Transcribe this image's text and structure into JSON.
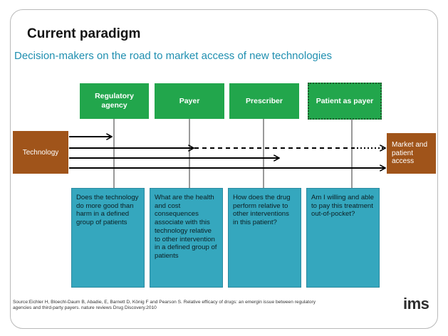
{
  "title": "Current paradigm",
  "subtitle": "Decision-makers on the road to market access of new technologies",
  "decision_makers": [
    {
      "label": "Regulatory agency"
    },
    {
      "label": "Payer"
    },
    {
      "label": "Prescriber"
    },
    {
      "label": "Patient as payer"
    }
  ],
  "start_node": {
    "label": "Technology"
  },
  "end_node": {
    "label": "Market and patient access"
  },
  "questions": [
    {
      "text": "Does the technology do more good than harm in a defined group of patients"
    },
    {
      "text": "What are the health and cost consequences associate with this technology relative to other intervention in a defined group of patients"
    },
    {
      "text": "How does the drug perform relative to other interventions in this patient?"
    },
    {
      "text": "Am I willing and able to pay this treatment out-of-pocket?"
    }
  ],
  "source": "Source:Eichler H, Bloechl-Daum B, Abadie, E, Barnett D, König F and Pearson S. Relative efficacy of drugs: an emergin issue between regulatory agencies and third-party payers.  nature reviews  Drug Discovery.2010",
  "logo": "ims",
  "colors": {
    "title": "#141414",
    "subtitle": "#1f8fb0",
    "decision_box": "#22a64c",
    "brown_box": "#a0541a",
    "question_box": "#35a7be"
  }
}
